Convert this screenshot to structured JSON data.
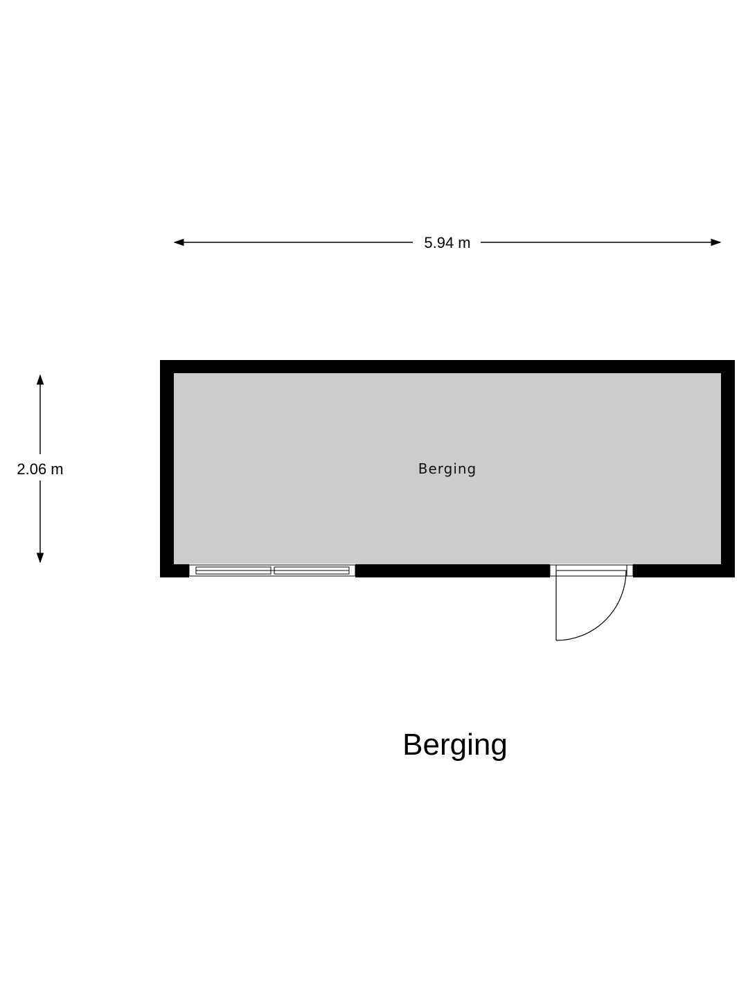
{
  "floorplan": {
    "title": "Berging",
    "room_label": "Berging",
    "width_label": "5.94 m",
    "height_label": "2.06 m",
    "colors": {
      "wall": "#000000",
      "floor": "#cccccc",
      "background": "#ffffff",
      "line": "#000000"
    }
  }
}
